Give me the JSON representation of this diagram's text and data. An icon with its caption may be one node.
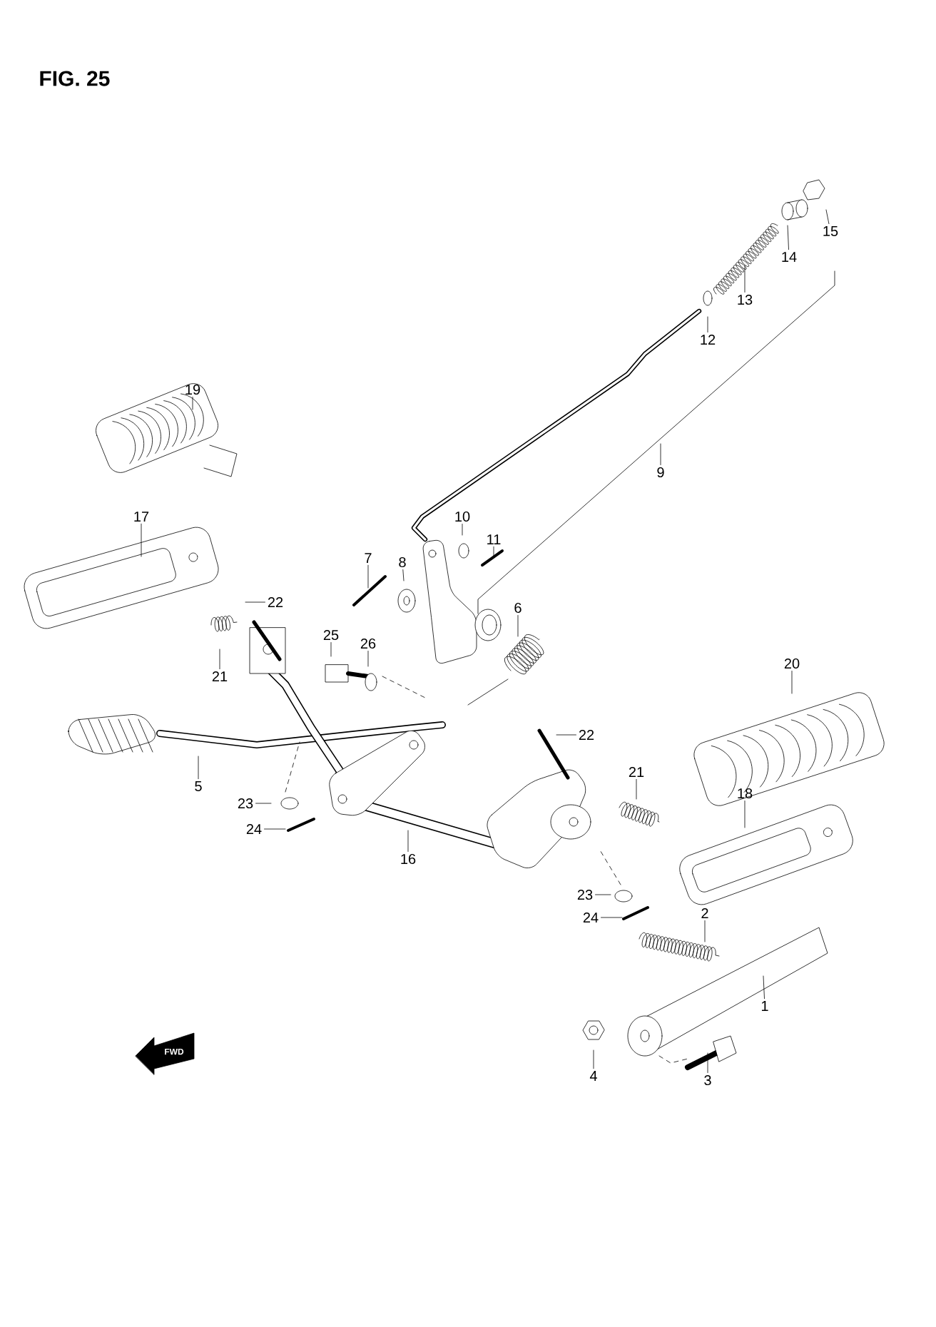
{
  "diagram": {
    "title": "FIG. 25",
    "nodes": [
      {
        "text": [
          "15"
        ]
      },
      {
        "text": [
          "14"
        ]
      },
      {
        "text": [
          "13"
        ]
      },
      {
        "text": [
          "12"
        ]
      },
      {
        "text": [
          "19"
        ]
      },
      {
        "text": [
          "9"
        ]
      },
      {
        "text": [
          "17"
        ]
      },
      {
        "text": [
          "10"
        ]
      },
      {
        "text": [
          "11"
        ]
      },
      {
        "text": [
          "7"
        ]
      },
      {
        "text": [
          "8"
        ]
      },
      {
        "text": [
          "22"
        ]
      },
      {
        "text": [
          "6"
        ]
      },
      {
        "text": [
          "25"
        ]
      },
      {
        "text": [
          "26"
        ]
      },
      {
        "text": [
          "20"
        ]
      },
      {
        "text": [
          "21"
        ]
      },
      {
        "text": [
          "22"
        ]
      },
      {
        "text": [
          "21"
        ]
      },
      {
        "text": [
          "5"
        ]
      },
      {
        "text": [
          "18"
        ]
      },
      {
        "text": [
          "23"
        ]
      },
      {
        "text": [
          "24"
        ]
      },
      {
        "text": [
          "16"
        ]
      },
      {
        "text": [
          "23"
        ]
      },
      {
        "text": [
          "2"
        ]
      },
      {
        "text": [
          "24"
        ]
      },
      {
        "text": [
          "1"
        ]
      },
      {
        "text": [
          "4"
        ]
      },
      {
        "text": [
          "3"
        ]
      }
    ],
    "edges": [
      {
        "from": 0,
        "to": null,
        "arrow": "none"
      },
      {
        "from": 1,
        "to": null,
        "arrow": "none"
      },
      {
        "from": 2,
        "to": null,
        "arrow": "none"
      },
      {
        "from": 3,
        "to": null,
        "arrow": "none"
      },
      {
        "from": 4,
        "to": null,
        "arrow": "none"
      },
      {
        "from": 5,
        "to": null,
        "arrow": "none"
      },
      {
        "from": 6,
        "to": null,
        "arrow": "none"
      },
      {
        "from": 7,
        "to": null,
        "arrow": "none"
      },
      {
        "from": 8,
        "to": null,
        "arrow": "none"
      },
      {
        "from": 9,
        "to": null,
        "arrow": "none"
      },
      {
        "from": 10,
        "to": null,
        "arrow": "none"
      },
      {
        "from": 11,
        "to": null,
        "arrow": "none"
      },
      {
        "from": 12,
        "to": null,
        "arrow": "none"
      },
      {
        "from": 13,
        "to": null,
        "arrow": "none"
      },
      {
        "from": 14,
        "to": null,
        "arrow": "none"
      },
      {
        "from": 15,
        "to": null,
        "arrow": "none"
      },
      {
        "from": 16,
        "to": null,
        "arrow": "none"
      },
      {
        "from": 17,
        "to": null,
        "arrow": "none"
      },
      {
        "from": 18,
        "to": null,
        "arrow": "none"
      },
      {
        "from": 19,
        "to": null,
        "arrow": "none"
      },
      {
        "from": 20,
        "to": null,
        "arrow": "none"
      },
      {
        "from": 21,
        "to": null,
        "arrow": "none"
      },
      {
        "from": 22,
        "to": null,
        "arrow": "none"
      },
      {
        "from": 23,
        "to": null,
        "arrow": "none"
      },
      {
        "from": 24,
        "to": null,
        "arrow": "none"
      },
      {
        "from": 25,
        "to": null,
        "arrow": "none"
      },
      {
        "from": 26,
        "to": null,
        "arrow": "none"
      },
      {
        "from": 27,
        "to": null,
        "arrow": "none"
      },
      {
        "from": 28,
        "to": null,
        "arrow": "none"
      },
      {
        "from": 29,
        "to": null,
        "arrow": "none"
      }
    ],
    "labels": [
      "FWD"
    ]
  }
}
